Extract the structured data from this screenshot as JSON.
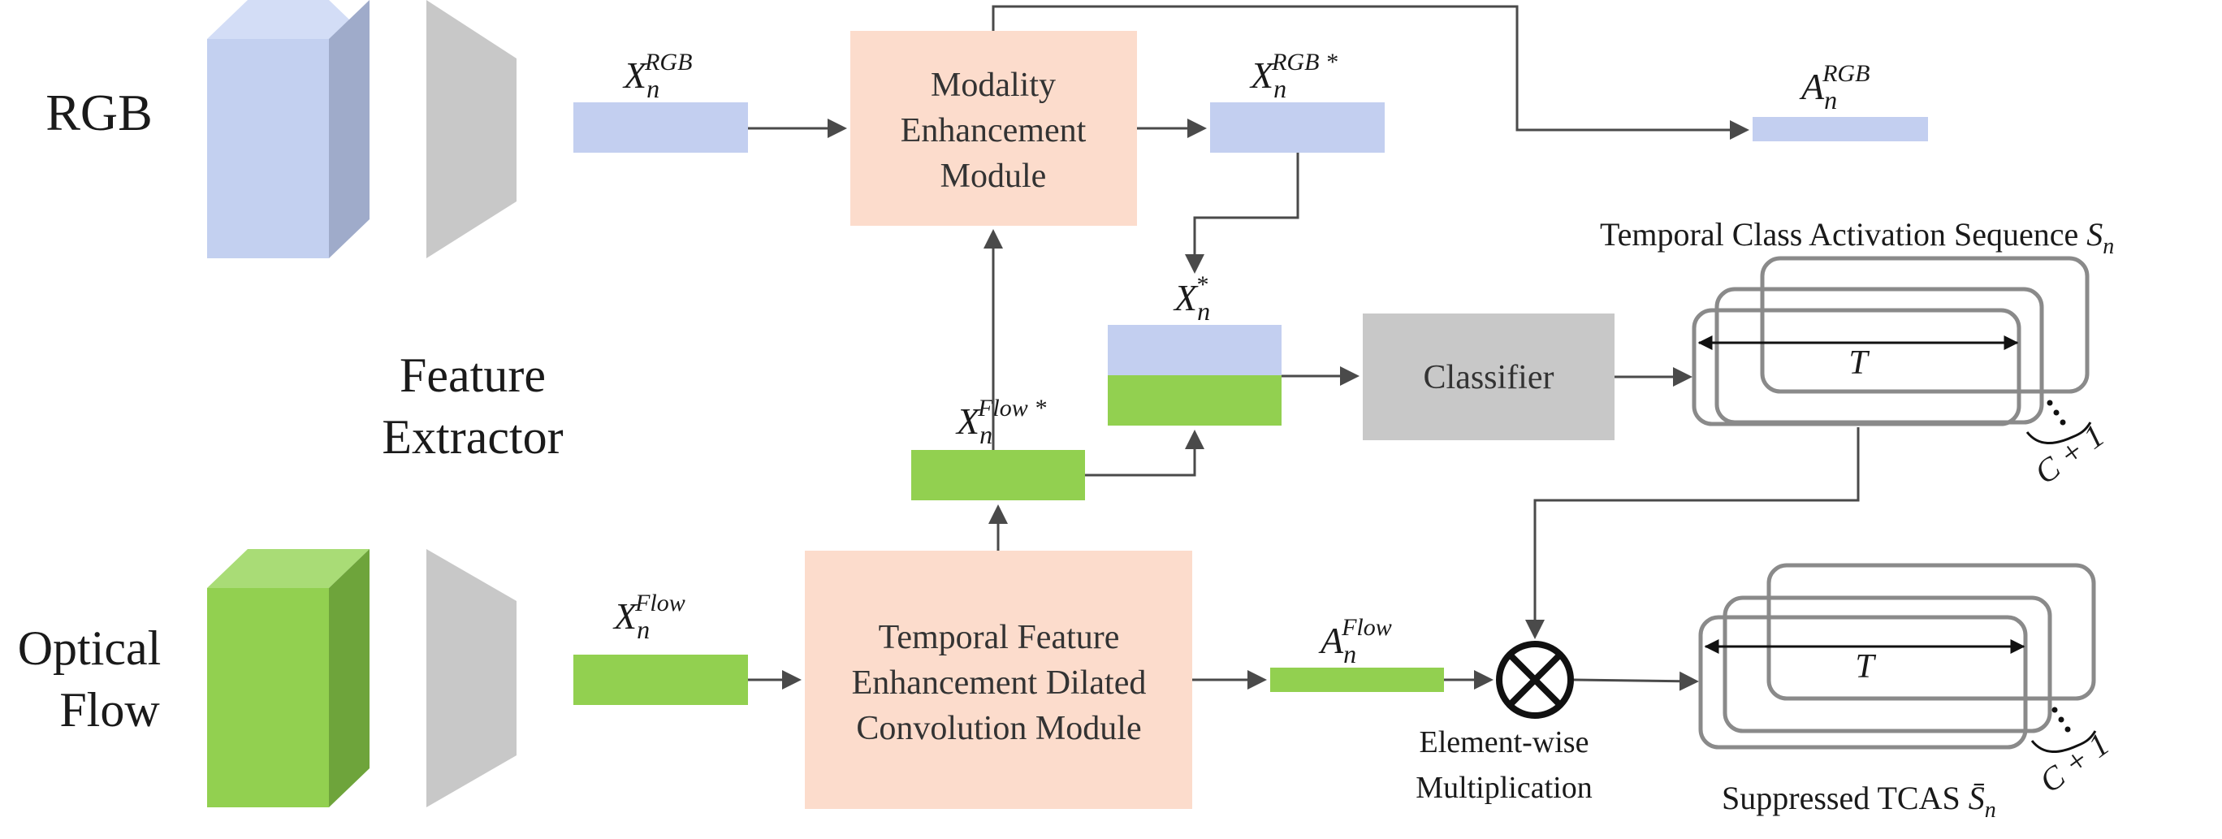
{
  "labels": {
    "rgb": "RGB",
    "optical_flow_line1": "Optical",
    "optical_flow_line2": "Flow",
    "feature_extractor_line1": "Feature",
    "feature_extractor_line2": "Extractor"
  },
  "modules": {
    "mem_line1": "Modality",
    "mem_line2": "Enhancement",
    "mem_line3": "Module",
    "tfedcm_line1": "Temporal Feature",
    "tfedcm_line2": "Enhancement Dilated",
    "tfedcm_line3": "Convolution Module",
    "classifier": "Classifier"
  },
  "features": {
    "x_rgb": {
      "base": "X",
      "sub": "n",
      "sup": "RGB"
    },
    "x_rgb_star": {
      "base": "X",
      "sub": "n",
      "sup": "RGB *"
    },
    "a_rgb": {
      "base": "A",
      "sub": "n",
      "sup": "RGB"
    },
    "x_star": {
      "base": "X",
      "sub": "n",
      "sup": "*"
    },
    "x_flow_star": {
      "base": "X",
      "sub": "n",
      "sup": "Flow *"
    },
    "x_flow": {
      "base": "X",
      "sub": "n",
      "sup": "Flow"
    },
    "a_flow": {
      "base": "A",
      "sub": "n",
      "sup": "Flow"
    }
  },
  "tcas": {
    "title": "Temporal Class Activation Sequence",
    "title_symbol": {
      "base": "S",
      "sub": "n"
    },
    "t_label": "T",
    "c_label": "C + 1",
    "suppressed_title": "Suppressed TCAS",
    "suppressed_symbol": {
      "base": "S̄",
      "sub": "n"
    }
  },
  "operation": {
    "line1": "Element-wise",
    "line2": "Multiplication"
  },
  "colors": {
    "rgb_feature": "#c3cff0",
    "rgb_cube_front": "#c3d0f0",
    "rgb_cube_top": "#d3ddf6",
    "rgb_cube_side": "#9fabca",
    "flow_feature": "#92d050",
    "flow_cube_top": "#a9dc76",
    "flow_cube_side": "#6ea43b",
    "module_fill": "#fcdccc",
    "classifier_fill": "#c8c8c8",
    "extractor_fill": "#c8c8c8",
    "line": "#4a4a4a",
    "tcas_stroke": "#8a8a8a"
  },
  "icons": {
    "multiply": "circled-times-icon",
    "arrow": "arrowhead-icon"
  }
}
